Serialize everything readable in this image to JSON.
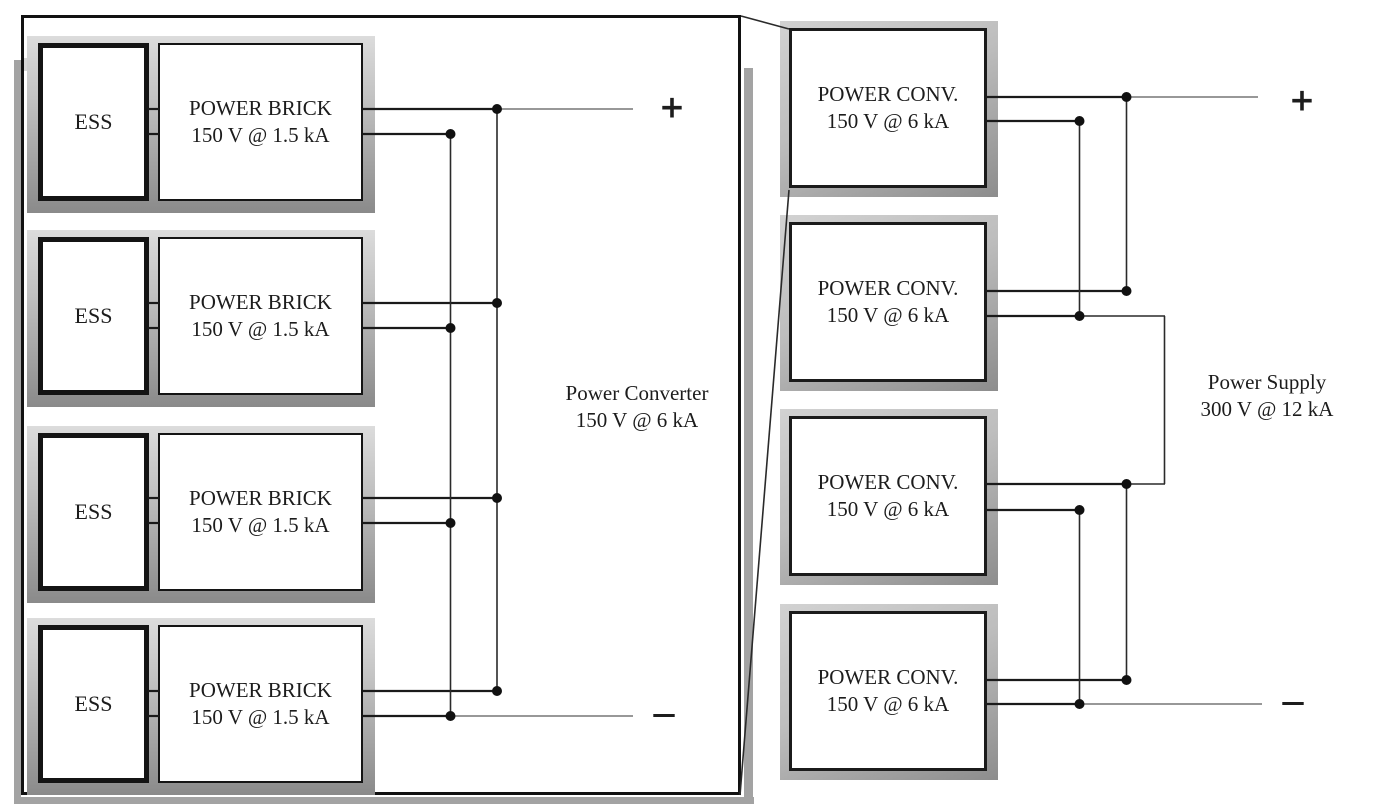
{
  "figure": {
    "left_panel": {
      "title": {
        "line1": "Power Converter",
        "line2": "150 V @ 6 kA"
      },
      "plus": "+",
      "minus": "—",
      "units": [
        {
          "module": "ESS",
          "converter": {
            "line1": "POWER BRICK",
            "line2": "150 V @ 1.5 kA"
          }
        },
        {
          "module": "ESS",
          "converter": {
            "line1": "POWER BRICK",
            "line2": "150 V @ 1.5 kA"
          }
        },
        {
          "module": "ESS",
          "converter": {
            "line1": "POWER BRICK",
            "line2": "150 V @ 1.5 kA"
          }
        },
        {
          "module": "ESS",
          "converter": {
            "line1": "POWER BRICK",
            "line2": "150 V @ 1.5 kA"
          }
        }
      ]
    },
    "right_panel": {
      "title": {
        "line1": "Power Supply",
        "line2": "300 V @ 12 kA"
      },
      "plus": "+",
      "minus": "—",
      "units": [
        {
          "line1": "POWER CONV.",
          "line2": "150 V @ 6 kA"
        },
        {
          "line1": "POWER CONV.",
          "line2": "150 V @ 6 kA"
        },
        {
          "line1": "POWER CONV.",
          "line2": "150 V @ 6 kA"
        },
        {
          "line1": "POWER CONV.",
          "line2": "150 V @ 6 kA"
        }
      ]
    },
    "colors": {
      "wire": "#1a1a1a",
      "thin_wire": "#5a5a5a",
      "junction_dot": "#111111",
      "box_border": "#141414",
      "drop_shadow": "#a3a3a3",
      "halo_light": "#d6d6d6",
      "halo_dark": "#8a8a8a",
      "background": "#ffffff"
    }
  }
}
